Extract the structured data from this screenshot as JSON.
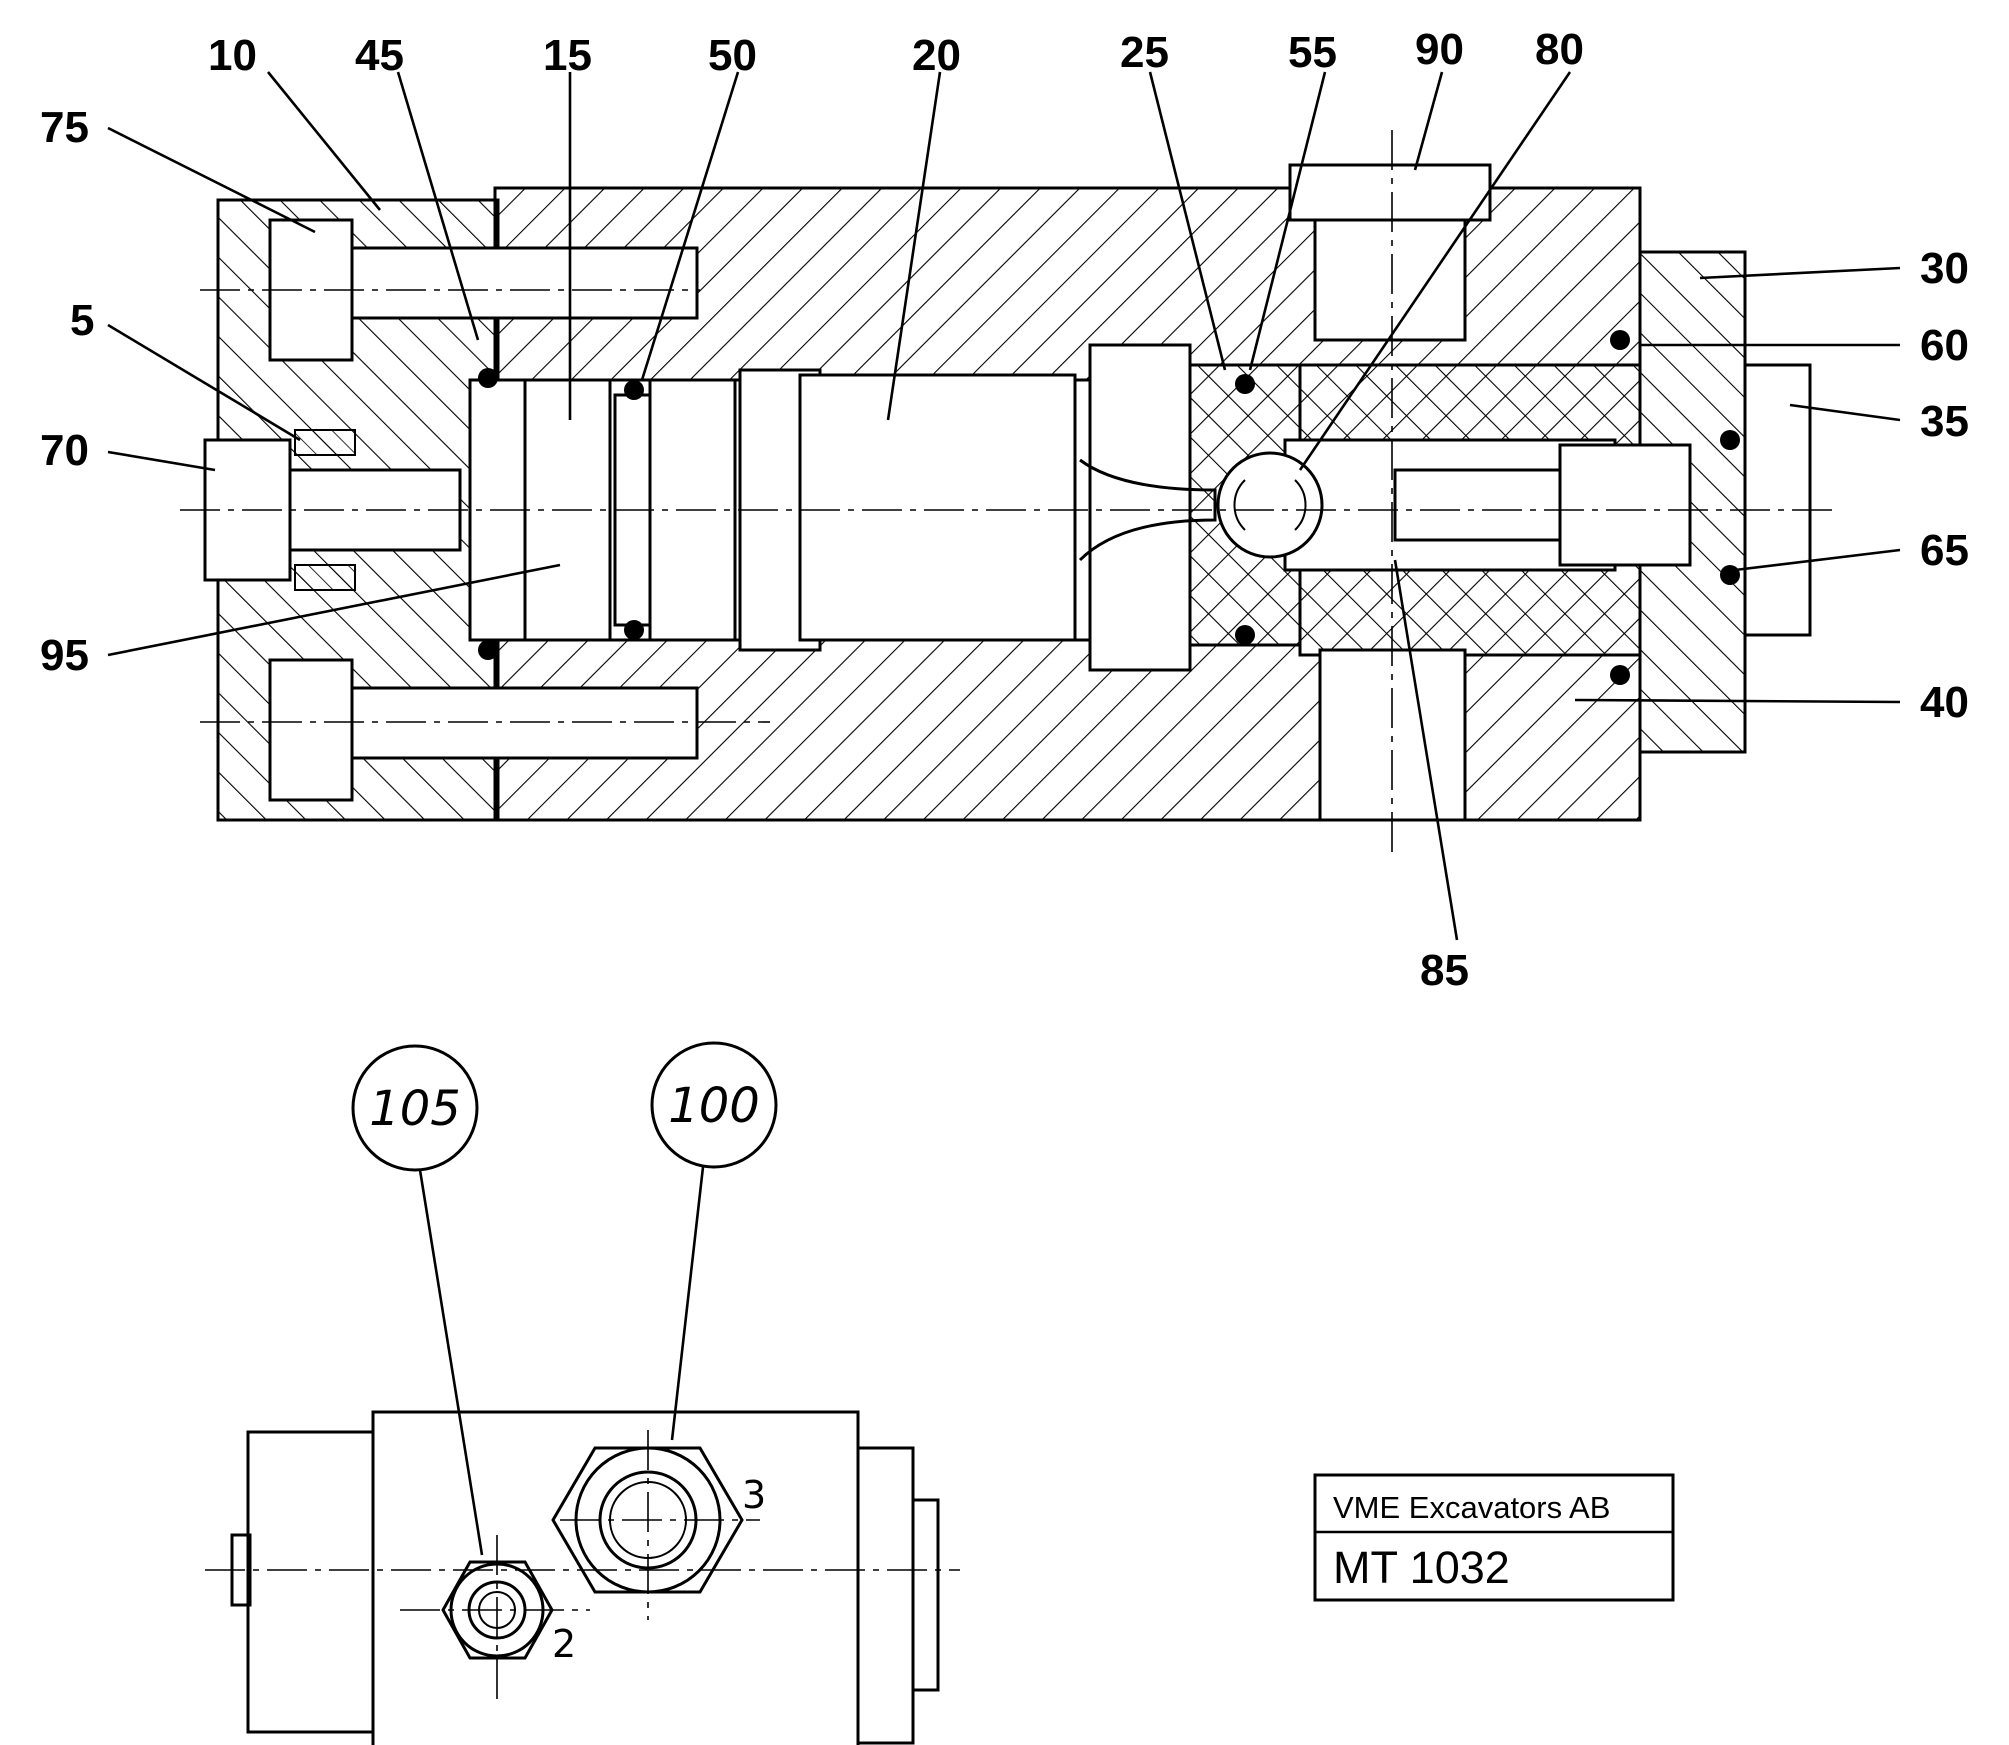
{
  "title_block": {
    "company": "VME Excavators AB",
    "drawing_number": "MT 1032"
  },
  "callouts": [
    "75",
    "10",
    "45",
    "15",
    "50",
    "20",
    "25",
    "55",
    "90",
    "80",
    "30",
    "60",
    "35",
    "5",
    "70",
    "65",
    "95",
    "40",
    "85"
  ],
  "circled_callouts": [
    "105",
    "100"
  ],
  "port_labels": [
    "3",
    "2"
  ]
}
